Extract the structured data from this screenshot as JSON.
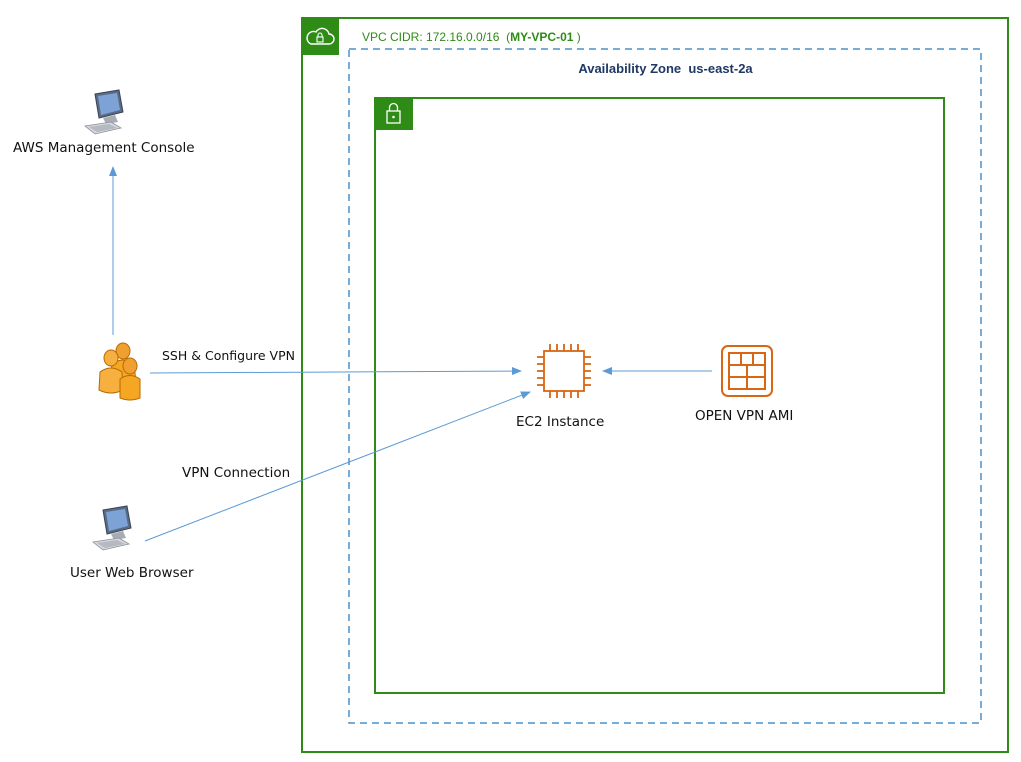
{
  "vpc": {
    "cidr_prefix": "VPC CIDR: ",
    "cidr": "172.16.0.0/16",
    "name_open": "  (",
    "name": "MY-VPC-01",
    "name_close": " )"
  },
  "availability_zone": {
    "label": "Availability Zone  us-east-2a"
  },
  "nodes": {
    "console": {
      "label": "AWS Management Console",
      "icon": "computer-icon"
    },
    "users": {
      "icon": "users-icon"
    },
    "browser": {
      "label": "User Web Browser",
      "icon": "computer-icon"
    },
    "ec2": {
      "label": "EC2 Instance",
      "icon": "ec2-chip-icon"
    },
    "ami": {
      "label": "OPEN VPN AMI",
      "icon": "ami-icon"
    }
  },
  "edges": {
    "ssh": {
      "label": "SSH & Configure VPN"
    },
    "vpn": {
      "label": "VPN Connection"
    }
  },
  "colors": {
    "vpc_green": "#2e8b16",
    "az_dashed": "#4a90c8",
    "arrow_blue": "#5b9bd5",
    "aws_orange": "#d86613",
    "az_text": "#1f3864"
  }
}
